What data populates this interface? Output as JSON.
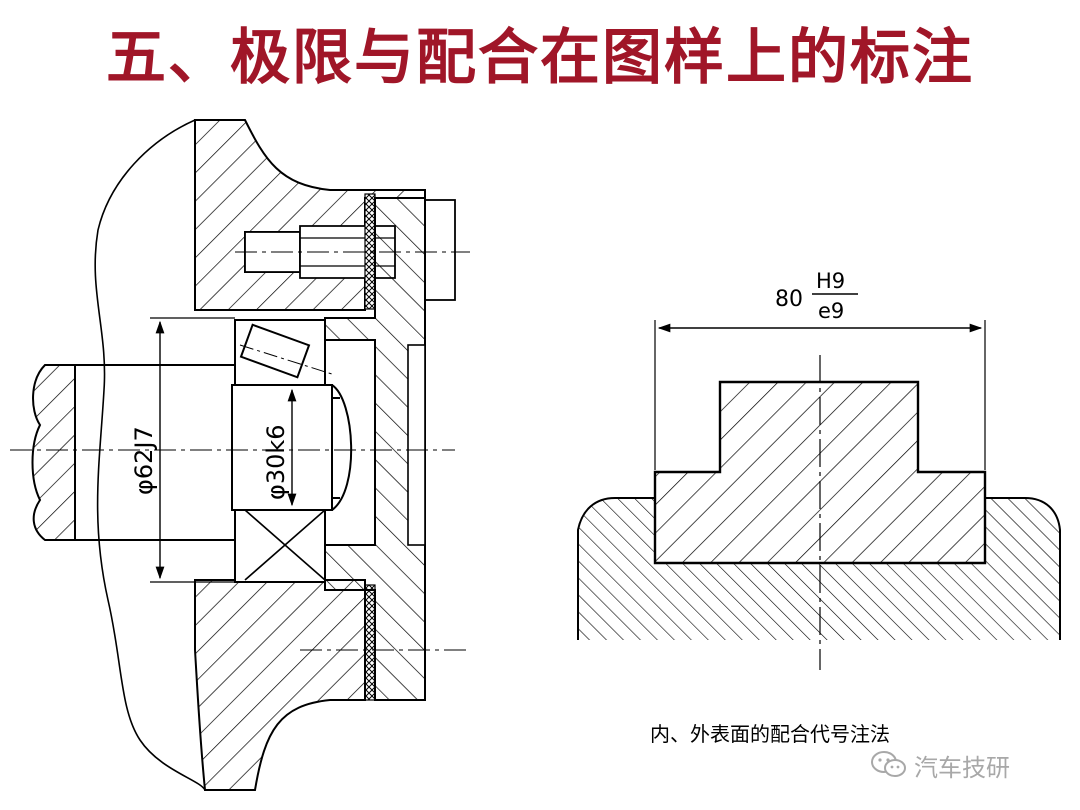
{
  "title": "五、极限与配合在图样上的标注",
  "colors": {
    "title": "#a01628",
    "line": "#000000",
    "watermark": "#a8a8a8"
  },
  "left_drawing": {
    "dim_housing": "φ62J7",
    "dim_shaft": "φ30k6"
  },
  "right_drawing": {
    "dim_size": "80",
    "dim_upper": "H9",
    "dim_lower": "e9",
    "caption": "内、外表面的配合代号注法"
  },
  "watermark": {
    "icon": "wechat-icon",
    "text": "汽车技研"
  }
}
